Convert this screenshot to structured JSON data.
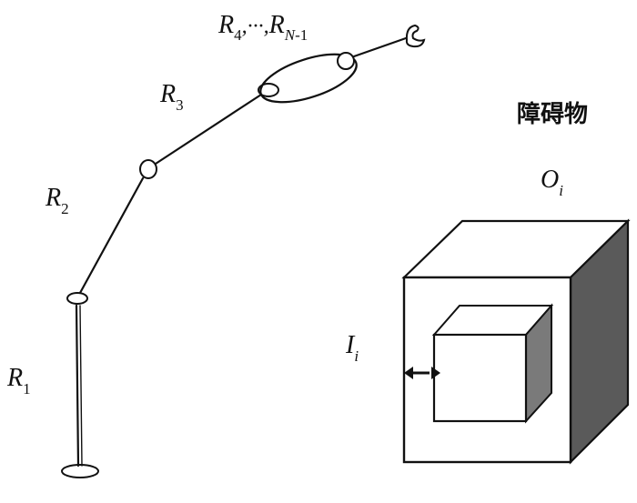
{
  "robot": {
    "labels": {
      "r1": {
        "main": "R",
        "sub": "1"
      },
      "r2": {
        "main": "R",
        "sub": "2"
      },
      "r3": {
        "main": "R",
        "sub": "3"
      },
      "r_rest": {
        "main_a": "R",
        "sub_a": "4",
        "sep": ",···,",
        "main_b": "R",
        "sub_b_italic": "N",
        "sub_b_rest": "-1"
      }
    }
  },
  "obstacle": {
    "title": "障碍物",
    "outer_label": {
      "main": "O",
      "sub": "i"
    },
    "inner_label": {
      "main": "I",
      "sub": "i"
    },
    "colors": {
      "outer_shade": "#5a5a5a",
      "inner_shade": "#7a7a7a",
      "line": "#111111"
    }
  }
}
